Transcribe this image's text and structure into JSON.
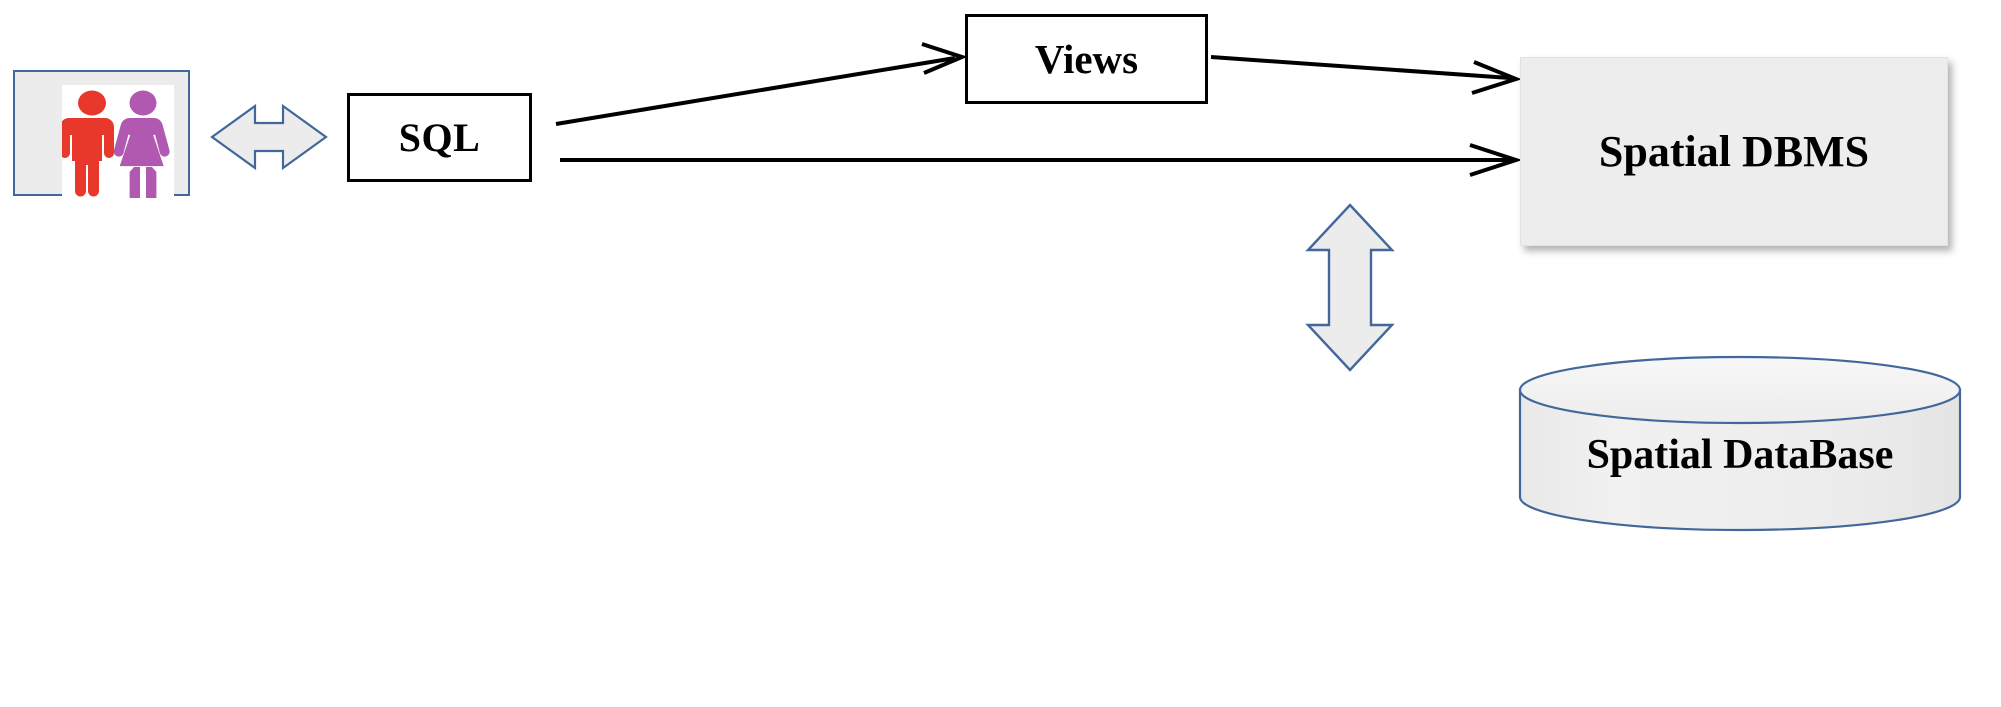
{
  "diagram": {
    "title": "Spatial DBMS access architecture",
    "background_color": "#ffffff",
    "nodes": {
      "actor": {
        "name": "users",
        "icon": "two-people-icon",
        "border_color": "#41679b",
        "fill_color": "#ececec",
        "male_color": "#e8372b",
        "female_color": "#b158b0",
        "label": ""
      },
      "sql": {
        "label": "SQL",
        "fill_color": "#ffffff",
        "border_color": "#000000"
      },
      "views": {
        "label": "Views",
        "fill_color": "#ffffff",
        "border_color": "#000000"
      },
      "dbms": {
        "label": "Spatial DBMS",
        "fill_color": "#ededed",
        "border_color": "#e2e2e2"
      },
      "database": {
        "label": "Spatial DataBase",
        "fill_color": "#efefef",
        "border_color": "#41679b",
        "shape": "cylinder"
      }
    },
    "connectors": {
      "actor_to_sql": {
        "name": "bidirectional-block-arrow-horizontal",
        "direction": "both",
        "fill_color": "#ececec",
        "stroke_color": "#41679b"
      },
      "sql_to_views": {
        "name": "line-arrow",
        "direction": "to-views",
        "stroke_color": "#000000"
      },
      "views_to_dbms": {
        "name": "line-arrow",
        "direction": "to-dbms",
        "stroke_color": "#000000"
      },
      "sql_to_dbms": {
        "name": "line-arrow",
        "direction": "to-dbms",
        "stroke_color": "#000000"
      },
      "dbms_to_database": {
        "name": "bidirectional-block-arrow-vertical",
        "direction": "both",
        "fill_color": "#ececec",
        "stroke_color": "#41679b"
      }
    }
  }
}
